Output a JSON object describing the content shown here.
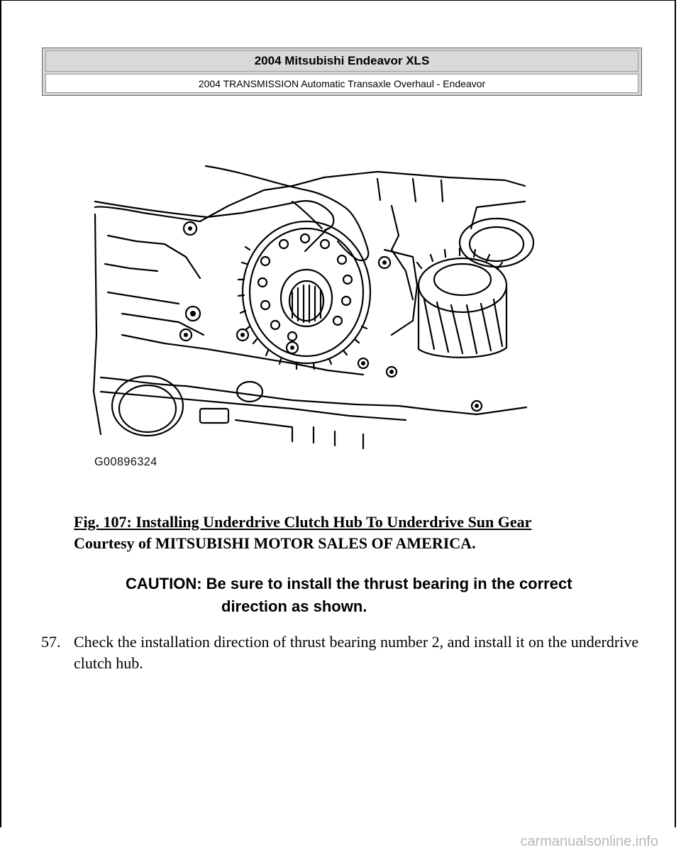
{
  "header": {
    "vehicle_title": "2004 Mitsubishi Endeavor XLS",
    "section_title": "2004 TRANSMISSION Automatic Transaxle Overhaul - Endeavor"
  },
  "figure": {
    "image_code": "G00896324",
    "caption": "Fig. 107: Installing Underdrive Clutch Hub To Underdrive Sun Gear",
    "courtesy": "Courtesy of MITSUBISHI MOTOR SALES OF AMERICA."
  },
  "caution": {
    "label": "CAUTION:",
    "line1": "Be sure to install the thrust bearing in the correct",
    "line2": "direction as shown."
  },
  "step": {
    "number": "57.",
    "text": "Check the installation direction of thrust bearing number 2, and install it on the underdrive clutch hub."
  },
  "footer": {
    "watermark": "carmanualsonline.info"
  }
}
